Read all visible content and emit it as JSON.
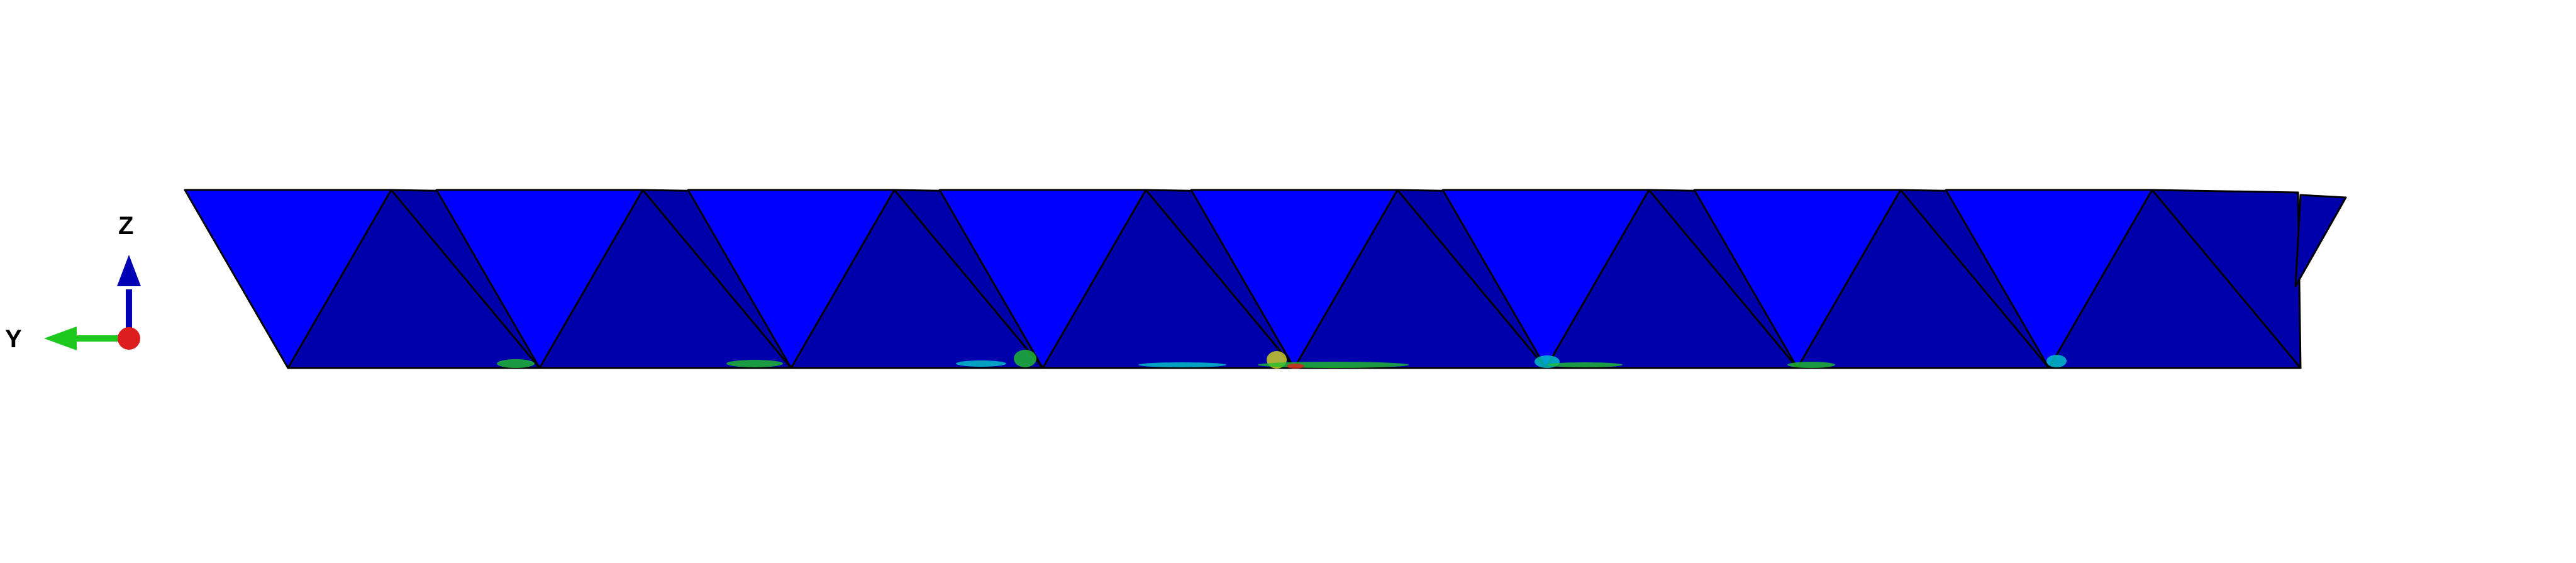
{
  "triad": {
    "z_label": "Z",
    "y_label": "Y"
  },
  "model": {
    "bays": 8,
    "colors": {
      "light_face": "#0000ff",
      "dark_face": "#0000aa",
      "edge": "#000000",
      "contour_cyan": "#00c8c8",
      "contour_green": "#22c02a",
      "contour_yellow": "#d8d820",
      "contour_red": "#e02020"
    },
    "triad_colors": {
      "z_axis": "#0000b4",
      "y_axis": "#1ec81e",
      "x_dot": "#dc1e1e"
    }
  }
}
